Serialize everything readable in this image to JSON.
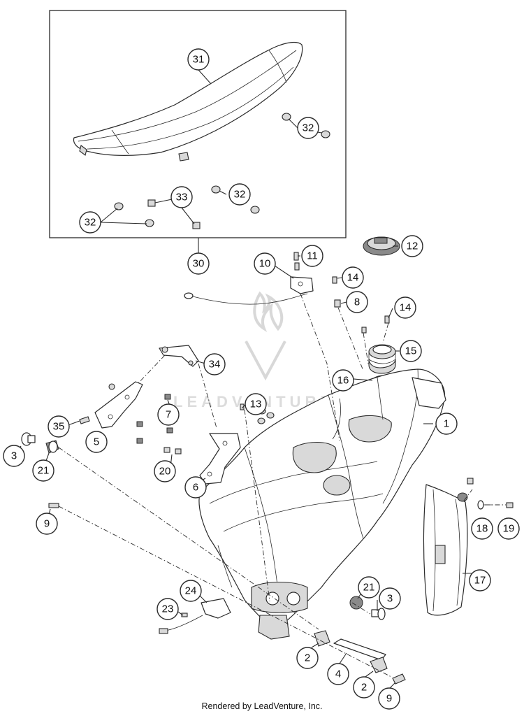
{
  "footer_text": "Rendered by LeadVenture, Inc.",
  "watermark_text": "LEADVENTURE",
  "callouts": {
    "c31": "31",
    "c32a": "32",
    "c32b": "32",
    "c32c": "32",
    "c33": "33",
    "c30": "30",
    "c10": "10",
    "c11": "11",
    "c12": "12",
    "c14a": "14",
    "c8": "8",
    "c14b": "14",
    "c15": "15",
    "c16": "16",
    "c34": "34",
    "c13": "13",
    "c1": "1",
    "c7": "7",
    "c35": "35",
    "c5": "5",
    "c3a": "3",
    "c21a": "21",
    "c20": "20",
    "c6": "6",
    "c9a": "9",
    "c18": "18",
    "c19": "19",
    "c17": "17",
    "c24": "24",
    "c21b": "21",
    "c3b": "3",
    "c23": "23",
    "c2a": "2",
    "c4": "4",
    "c2b": "2",
    "c9b": "9"
  }
}
